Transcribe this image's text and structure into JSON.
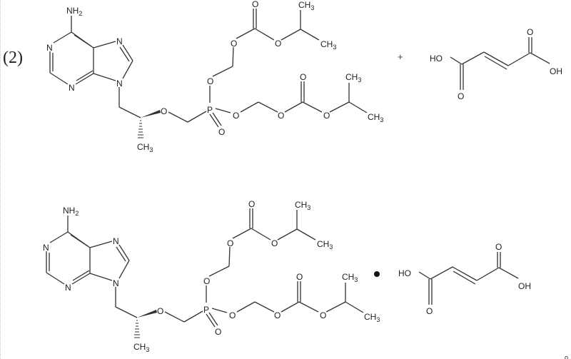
{
  "figure": {
    "label": "(2)",
    "reaction_operator": "+",
    "salt_operator": "•",
    "trailing_mark": "o"
  },
  "reactant": {
    "name": "tenofovir disoproxil",
    "atoms": {
      "amine": "NH",
      "amine_sub": "2",
      "n1": "N",
      "n3": "N",
      "n7": "N",
      "n9": "N",
      "ether_o": "O",
      "methyl": "CH",
      "methyl_sub": "3",
      "phosphorus": "P",
      "phosphoryl_o": "O",
      "p_o_upper": "O",
      "carbonate1_o_inner": "O",
      "carbonate1_o_double": "O",
      "carbonate1_o_ester": "O",
      "iso1_ch3_top": "CH",
      "iso1_ch3_bottom": "CH",
      "p_o_right": "O",
      "carbonate2_o_inner": "O",
      "carbonate2_o_double": "O",
      "carbonate2_o_ester": "O",
      "iso2_ch3_top": "CH",
      "iso2_ch3_bottom": "CH",
      "ch3_sub": "3"
    }
  },
  "acid": {
    "name": "fumaric acid",
    "atoms": {
      "left_oh": "HO",
      "right_oh": "OH",
      "left_o_double": "O",
      "right_o_double": "O"
    }
  }
}
